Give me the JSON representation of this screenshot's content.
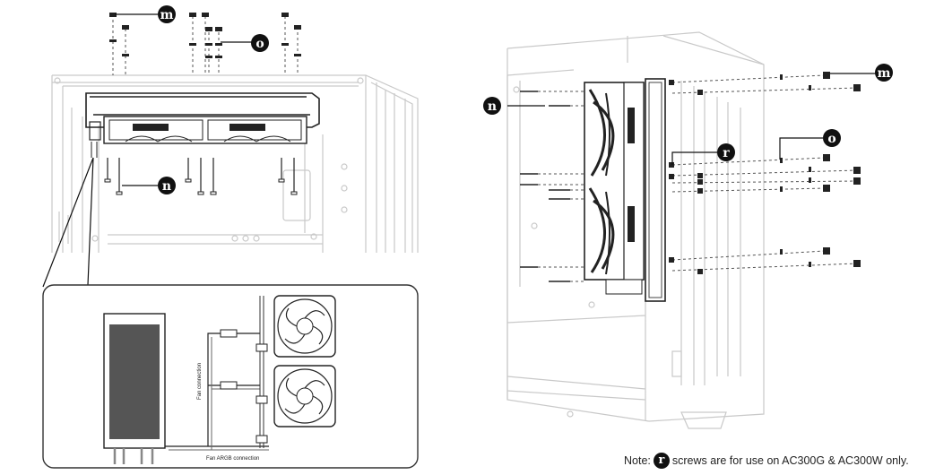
{
  "callouts": {
    "m_left": "m",
    "o_left": "o",
    "n_left": "n",
    "n_right": "n",
    "m_right": "m",
    "o_right": "o",
    "r_right": "r"
  },
  "cables": {
    "fan_connection": "Fan connection",
    "fan_argb_connection": "Fan ARGB connection"
  },
  "note": {
    "prefix": "Note:",
    "badge": "r",
    "text": "screws are for use on AC300G & AC300W only."
  }
}
